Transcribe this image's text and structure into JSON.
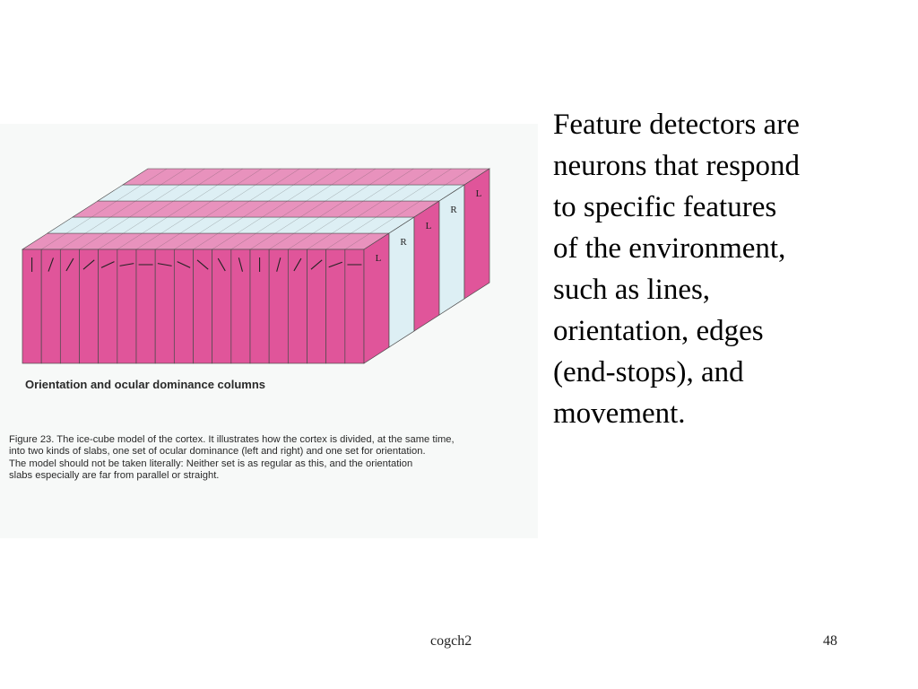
{
  "slide": {
    "body_lines": [
      "Feature detectors are",
      "neurons that respond",
      "to specific features",
      "of the environment,",
      "such as lines,",
      "orientation, edges",
      "(end-stops), and",
      "movement."
    ],
    "footer_center": "cogch2",
    "page_number": "48"
  },
  "figure": {
    "heading": "Orientation and ocular dominance columns",
    "caption_lines": [
      "Figure 23. The ice-cube model of the cortex. It illustrates how the cortex is divided, at the same time,",
      " into two kinds of slabs, one set of ocular dominance (left and right) and one set for orientation.",
      " The model should not be taken literally: Neither set is as regular as this, and the orientation",
      "slabs especially are far from parallel or straight."
    ],
    "slab_labels": [
      "L",
      "R",
      "L",
      "R",
      "L"
    ],
    "colors": {
      "pink": "#e0559a",
      "pink_top": "#e892bd",
      "blue": "#ddeff4",
      "outline": "#4a4a4a"
    }
  }
}
